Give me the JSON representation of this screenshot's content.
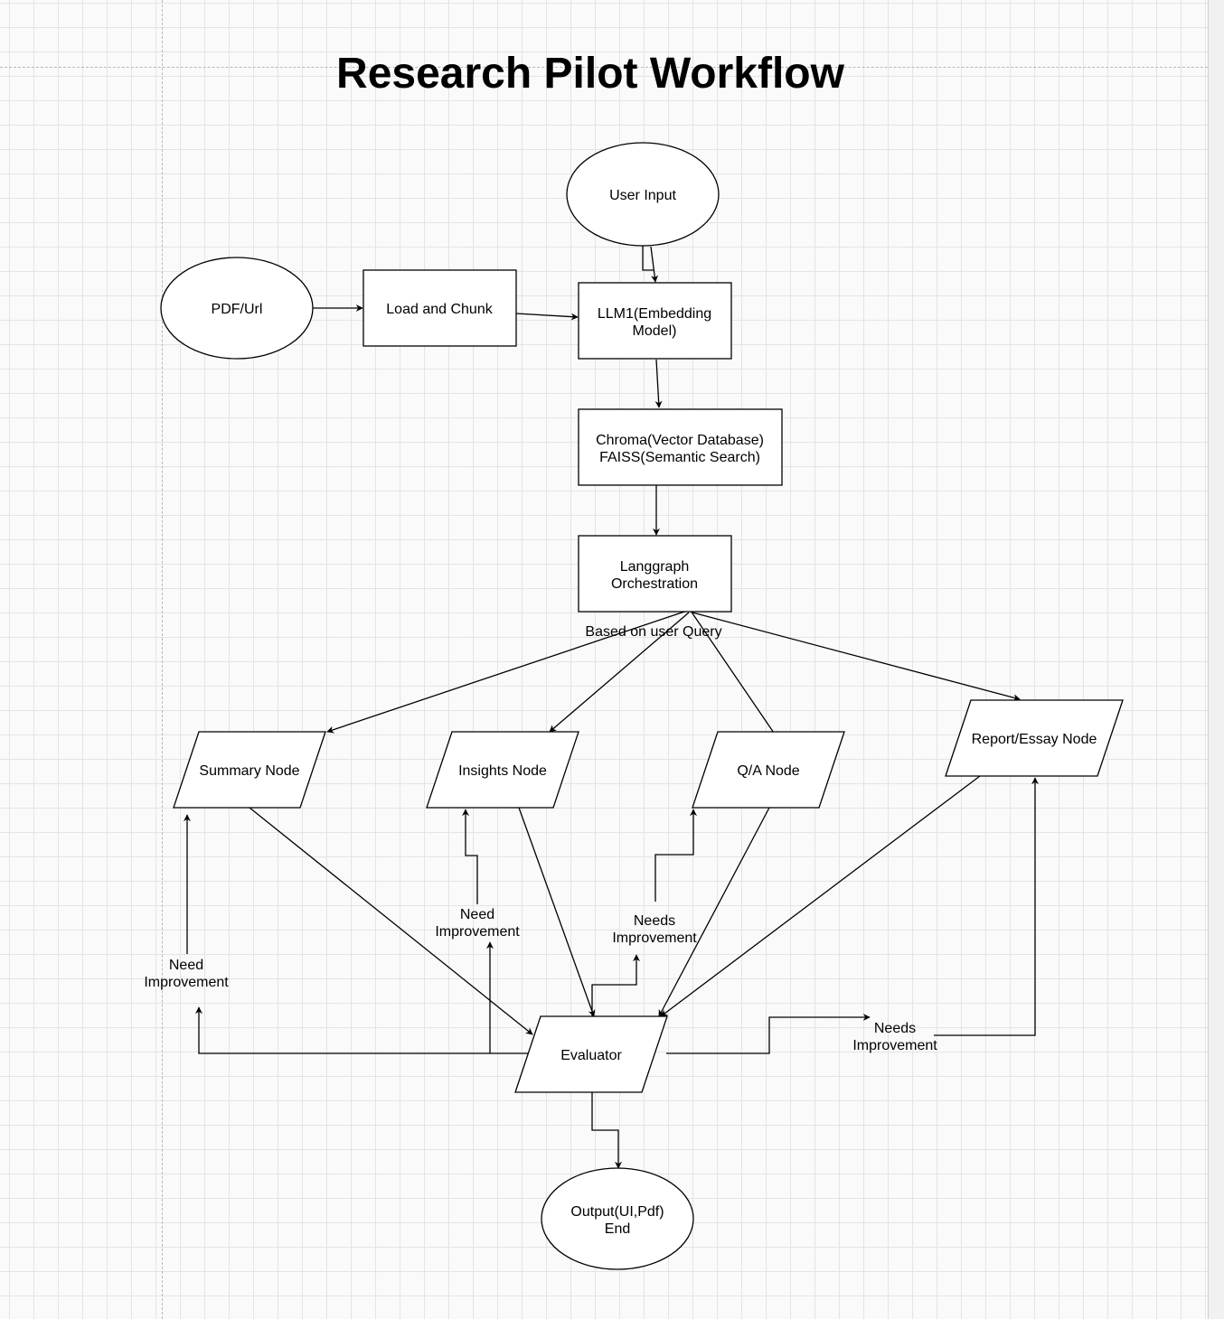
{
  "title": "Research Pilot Workflow",
  "nodes": {
    "user_input": "User Input",
    "pdf_url": "PDF/Url",
    "load_chunk": "Load and Chunk",
    "llm1": [
      "LLM1(Embedding",
      "Model)"
    ],
    "chroma": [
      "Chroma(Vector Database)",
      "FAISS(Semantic Search)"
    ],
    "langgraph": [
      "Langgraph",
      "Orchestration"
    ],
    "summary": "Summary Node",
    "insights": "Insights Node",
    "qa": "Q/A Node",
    "report": "Report/Essay Node",
    "evaluator": "Evaluator",
    "output": [
      "Output(UI,Pdf)",
      "End"
    ]
  },
  "edge_labels": {
    "based_on_query": "Based on user Query",
    "need_improvement_summary": [
      "Need",
      "Improvement"
    ],
    "need_improvement_insights": [
      "Need",
      "Improvement"
    ],
    "needs_improvement_qa": [
      "Needs",
      "Improvement"
    ],
    "needs_improvement_report": [
      "Needs",
      "Improvement"
    ]
  }
}
